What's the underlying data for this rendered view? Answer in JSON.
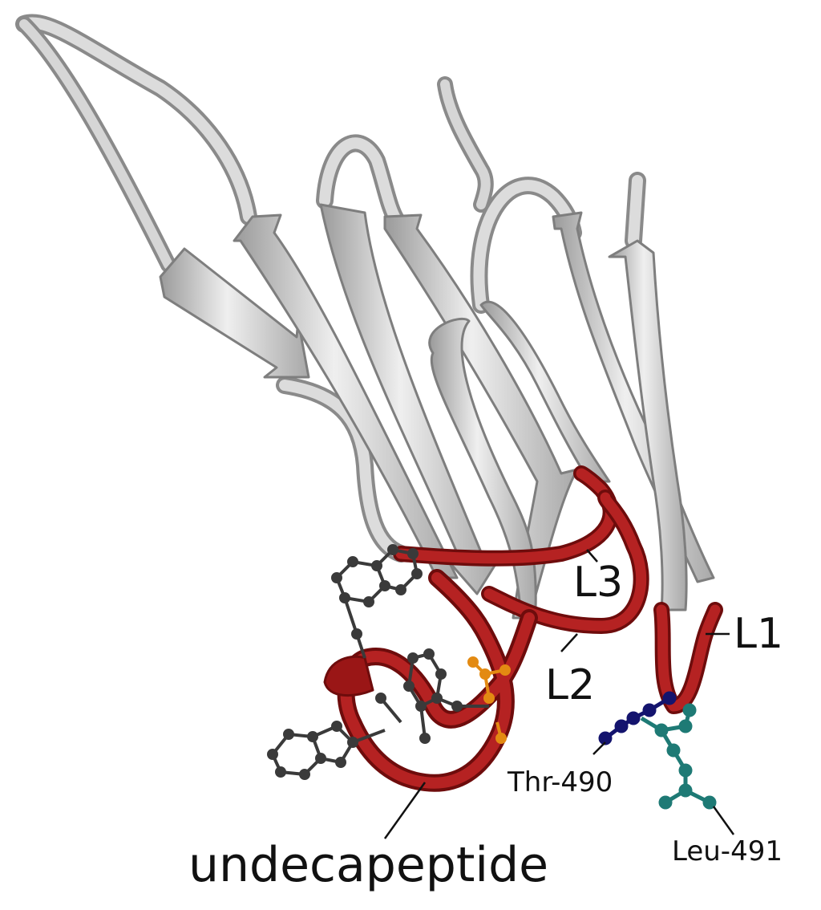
{
  "labels": {
    "l3": "L3",
    "l1": "L1",
    "l2": "L2",
    "thr": "Thr-490",
    "leu": "Leu-491",
    "peptide": "undecapeptide"
  },
  "colors": {
    "strand": "#c9c9c9",
    "strand_edge": "#8f8f8f",
    "loop_red": "#b31c1c",
    "loop_red_dark": "#7a0e0e",
    "ball_dark": "#3a3a3a",
    "thr_blue": "#14146e",
    "leu_teal": "#1e7a75",
    "orange": "#e38a12"
  }
}
